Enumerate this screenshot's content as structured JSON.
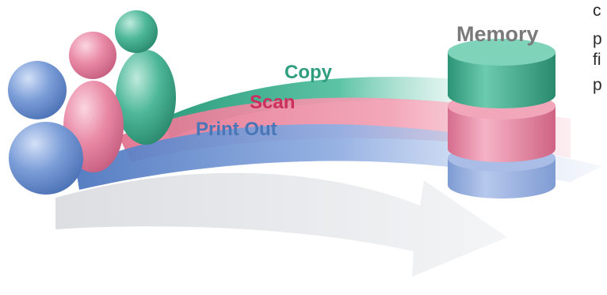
{
  "labels": {
    "memory": "Memory",
    "copy": "Copy",
    "scan": "Scan",
    "print": "Print Out"
  },
  "side_text": [
    "c",
    "p",
    "fi",
    "p"
  ],
  "colors": {
    "memory": "#7a7a7a",
    "copy": "#2e9e7e",
    "scan": "#cc2f5e",
    "print": "#4a76b8",
    "teal": "#4fb89a",
    "pink": "#e98aa6",
    "blue": "#7c9ed8"
  }
}
